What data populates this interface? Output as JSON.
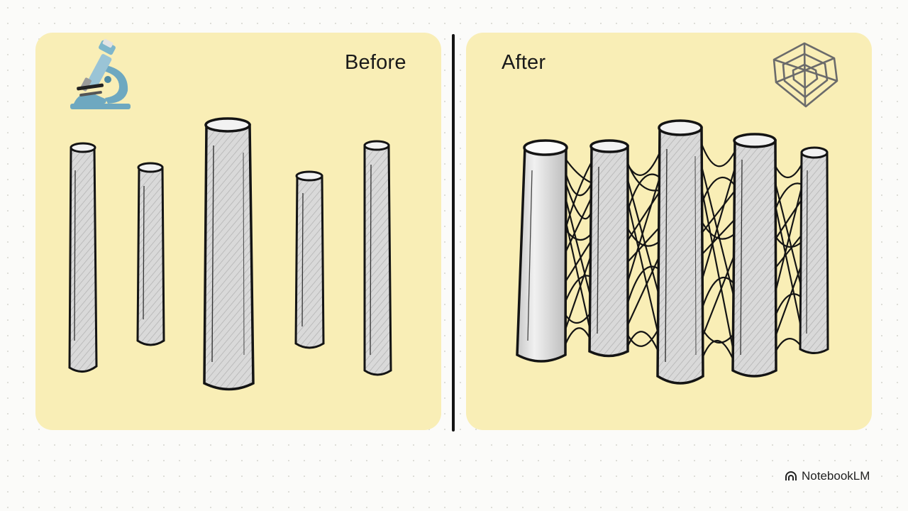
{
  "panels": {
    "before": {
      "title": "Before",
      "icon": "microscope-icon"
    },
    "after": {
      "title": "After",
      "icon": "spider-web-icon"
    }
  },
  "brand": {
    "name": "NotebookLM",
    "icon": "notebooklm-logo-icon"
  },
  "colors": {
    "panel_background": "#f9eeb6",
    "pillar_fill": "#d6d6d6",
    "outline": "#141414",
    "page_background": "#fbfbf9"
  }
}
